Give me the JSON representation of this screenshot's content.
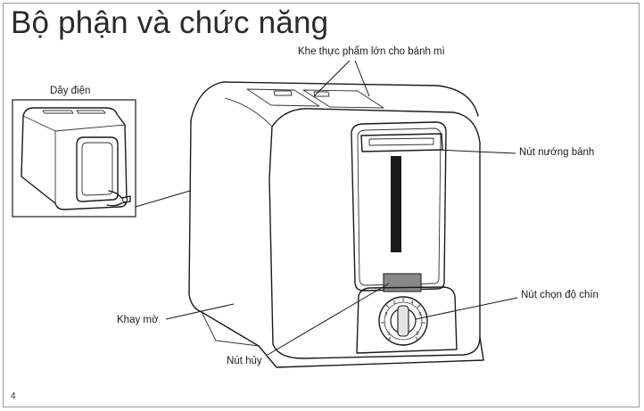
{
  "page": {
    "title": "Bộ phận và chức năng",
    "page_number": "4"
  },
  "callouts": {
    "cord": "Dây điện",
    "slots": "Khe thực phẩm lớn cho bánh mì",
    "lever": "Nút nướng bánh",
    "shade": "Nút chọn độ chín",
    "crumb_tray": "Khay mờ",
    "cancel": "Nút hủy"
  },
  "dial_marks": [
    "1",
    "2",
    "3",
    "4",
    "5",
    "6"
  ],
  "colors": {
    "cancel_button": "#888888",
    "line": "#1a1a1a"
  }
}
